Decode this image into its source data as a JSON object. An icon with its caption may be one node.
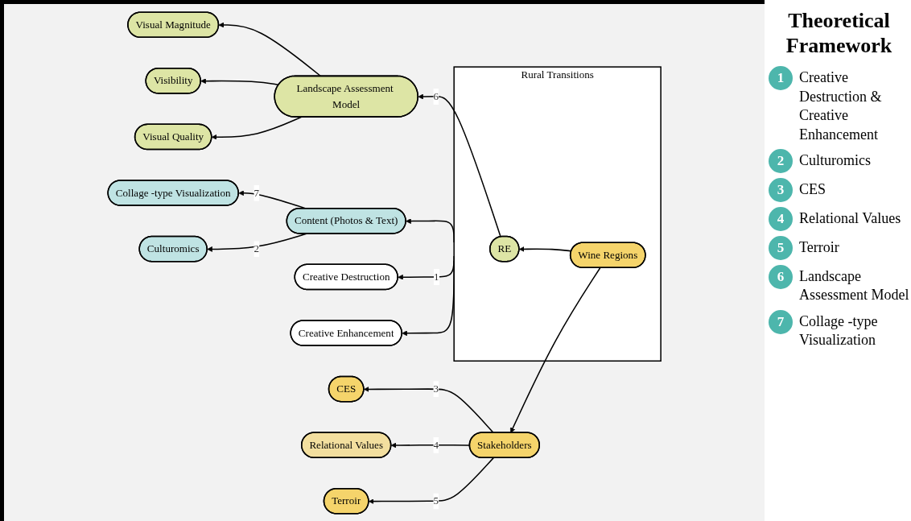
{
  "diagram": {
    "title": "Theoretical Framework",
    "nodes": [
      {
        "text": [
          "Content (Photos & Text)"
        ]
      },
      {
        "text": [
          "Collage -type Visualization"
        ]
      },
      {
        "text": [
          "Culturomics"
        ]
      },
      {
        "text": [
          "Visual Magnitude"
        ]
      },
      {
        "text": [
          "Landscape Assessment Model"
        ]
      },
      {
        "text": [
          "Visibility"
        ]
      },
      {
        "text": [
          "Visual Quality"
        ]
      },
      {
        "text": [
          "Rural Transitions"
        ]
      },
      {
        "text": [
          "RE"
        ],
        "in": 7
      },
      {
        "text": [
          "Wine Regions"
        ],
        "in": 7
      },
      {
        "text": [
          "Creative Destruction"
        ]
      },
      {
        "text": [
          "Creative Enhancement"
        ]
      },
      {
        "text": [
          "CES"
        ]
      },
      {
        "text": [
          "Relational Values"
        ]
      },
      {
        "text": [
          "Stakeholders"
        ]
      },
      {
        "text": [
          "Terroir"
        ]
      }
    ],
    "edges": [
      {
        "from": 0,
        "to": 1,
        "arrow": "to",
        "label": "7"
      },
      {
        "from": 0,
        "to": 2,
        "arrow": "to",
        "label": "2"
      },
      {
        "from": 7,
        "to": 0,
        "arrow": "to"
      },
      {
        "from": 8,
        "to": 4,
        "arrow": "to",
        "label": "6"
      },
      {
        "from": 4,
        "to": 3,
        "arrow": "to"
      },
      {
        "from": 4,
        "to": 5,
        "arrow": "to"
      },
      {
        "from": 4,
        "to": 6,
        "arrow": "to"
      },
      {
        "from": 9,
        "to": 8,
        "arrow": "to"
      },
      {
        "from": 7,
        "to": 10,
        "arrow": "to",
        "label": "1"
      },
      {
        "from": 7,
        "to": 11,
        "arrow": "to"
      },
      {
        "from": 9,
        "to": 14,
        "arrow": "to"
      },
      {
        "from": 14,
        "to": 12,
        "arrow": "to",
        "label": "3"
      },
      {
        "from": 14,
        "to": 13,
        "arrow": "to",
        "label": "4"
      },
      {
        "from": 14,
        "to": 15,
        "arrow": "to",
        "label": "5"
      }
    ],
    "labels": [
      "1",
      "2",
      "3",
      "4",
      "5",
      "6",
      "7"
    ],
    "legend": [
      {
        "text": "Creative Destruction & Creative Enhancement",
        "color": "#4db6ac"
      },
      {
        "text": "Culturomics",
        "color": "#4db6ac"
      },
      {
        "text": "CES",
        "color": "#4db6ac"
      },
      {
        "text": "Relational Values",
        "color": "#4db6ac"
      },
      {
        "text": "Terroir",
        "color": "#4db6ac"
      },
      {
        "text": "Landscape Assessment Model",
        "color": "#4db6ac"
      },
      {
        "text": "Collage -type Visualization",
        "color": "#4db6ac"
      }
    ]
  }
}
